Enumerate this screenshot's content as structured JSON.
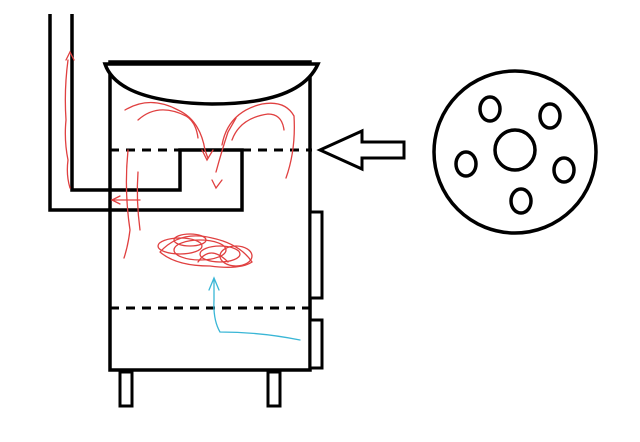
{
  "colors": {
    "outline": "#000000",
    "background": "#ffffff",
    "flame_flow": "#e04040",
    "air_flow": "#39b6d6"
  },
  "diagram": {
    "components": [
      {
        "name": "chimney-pipe",
        "icon": "pipe-shape"
      },
      {
        "name": "stove-body",
        "icon": "rectangle-shape"
      },
      {
        "name": "top-water-tank",
        "icon": "bowl-shape"
      },
      {
        "name": "baffle-line",
        "icon": "dashed-line"
      },
      {
        "name": "grate-line",
        "icon": "dashed-line"
      },
      {
        "name": "side-doors",
        "icon": "rectangle-shape"
      },
      {
        "name": "legs",
        "icon": "rectangle-shape"
      },
      {
        "name": "section-pointer-arrow",
        "icon": "arrow-left-icon"
      },
      {
        "name": "perforated-disc",
        "icon": "circle-with-holes"
      },
      {
        "name": "flame-path",
        "icon": "red-scribble"
      },
      {
        "name": "air-inflow",
        "icon": "cyan-arrow"
      }
    ]
  }
}
